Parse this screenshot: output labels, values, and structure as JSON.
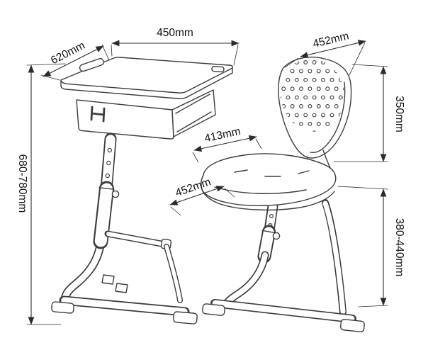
{
  "figure": {
    "type": "dimension-diagram",
    "subject": "adjustable student desk and chair set",
    "labels": {
      "desk_top_width": "450mm",
      "desk_top_depth": "620mm",
      "desk_height_range": "680-780mm",
      "chair_back_width": "452mm",
      "chair_back_height": "350mm",
      "seat_depth": "413mm",
      "seat_width": "452mm",
      "seat_height_range": "380-440mm"
    },
    "colors": {
      "background": "#ffffff",
      "line": "#3c3c3c",
      "dimension_line": "#2b2b2b",
      "text": "#111111"
    }
  }
}
